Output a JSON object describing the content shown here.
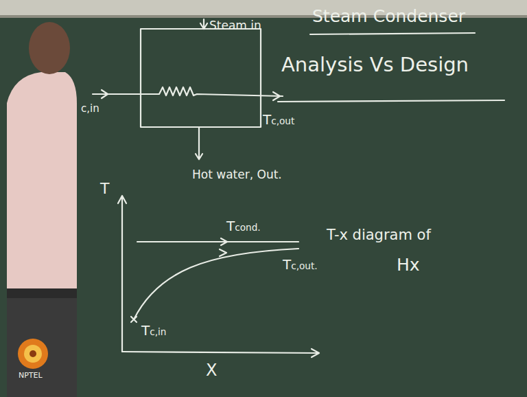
{
  "diagram": {
    "title": "Steam Condenser",
    "labels": [
      "Steam in",
      "Analysis Vs Design",
      "c,in",
      "Tc,out",
      "Hot water, Out.",
      "T",
      "Tcond.",
      "T-x diagram of",
      "Hx",
      "Tc,out.",
      "Tc,in",
      "X",
      "NPTEL"
    ]
  }
}
